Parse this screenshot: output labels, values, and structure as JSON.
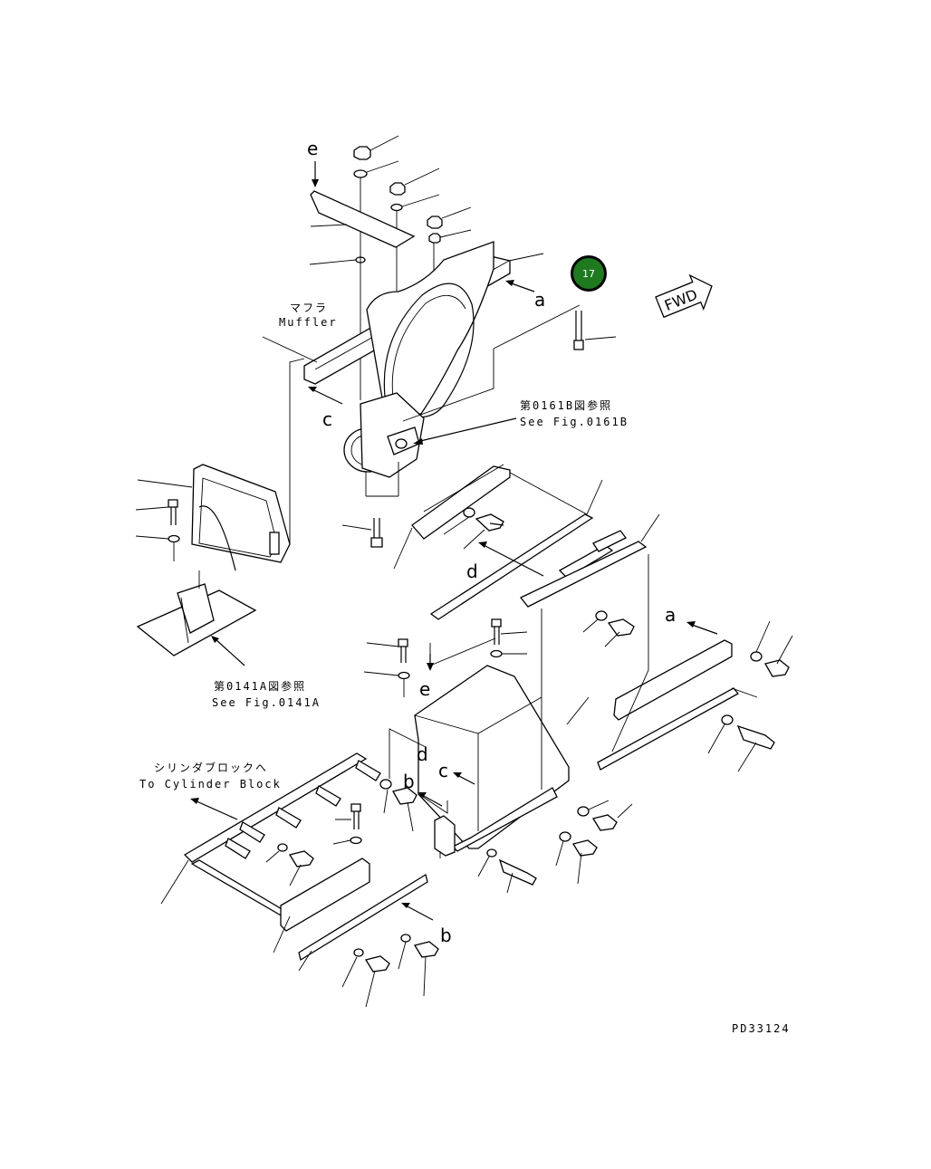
{
  "diagram": {
    "callout_badge": {
      "text": "17",
      "color": "#1f7a1f"
    },
    "fwd_label": "FWD",
    "muffler_label_jp": "マフラ",
    "muffler_label_en": "Muffler",
    "ref_0161b_jp": "第0161B図参照",
    "ref_0161b_en": "See Fig.0161B",
    "ref_0141a_jp": "第0141A図参照",
    "ref_0141a_en": "See Fig.0141A",
    "cylinder_block_jp": "シリンダブロックへ",
    "cylinder_block_en": "To Cylinder Block",
    "drawing_code": "PD33124",
    "letters": {
      "e_top": "e",
      "a_top": "a",
      "c_top": "c",
      "d_mid": "d",
      "a_mid": "a",
      "e_mid": "e",
      "d_low": "d",
      "b_low": "b",
      "c_low": "c",
      "b_bottom": "b"
    }
  }
}
